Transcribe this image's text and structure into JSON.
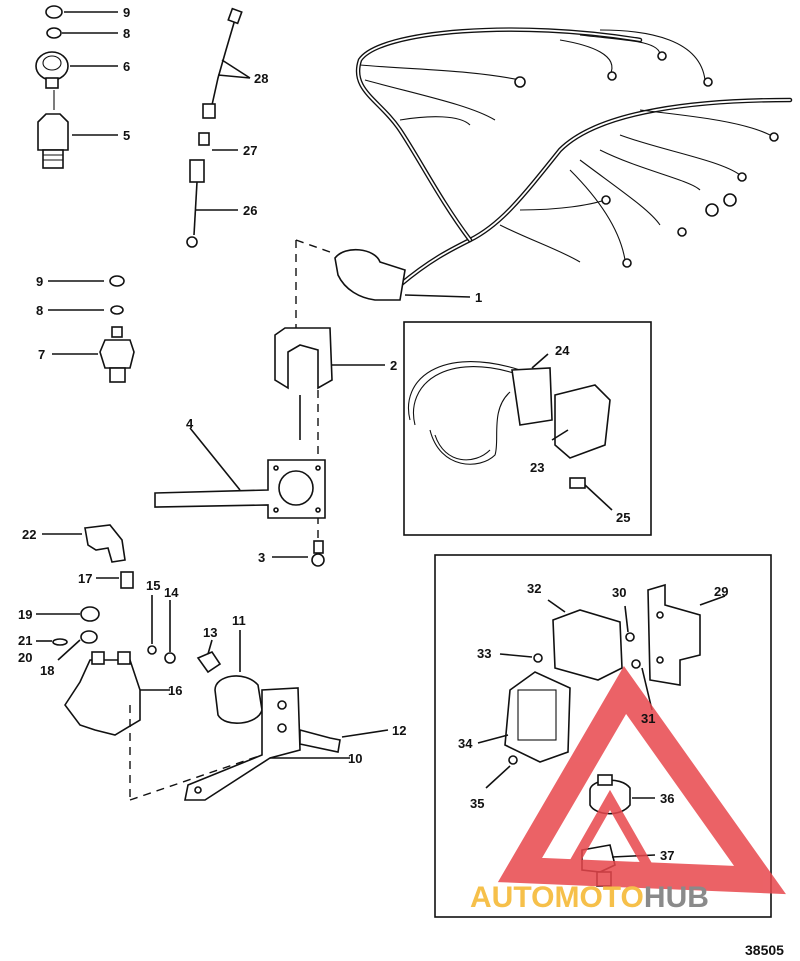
{
  "diagram": {
    "document_number": "38505",
    "callouts": {
      "c1": "1",
      "c2": "2",
      "c3": "3",
      "c4": "4",
      "c5": "5",
      "c6": "6",
      "c7": "7",
      "c8a": "8",
      "c8b": "8",
      "c9a": "9",
      "c9b": "9",
      "c10": "10",
      "c11": "11",
      "c12": "12",
      "c13": "13",
      "c14": "14",
      "c15": "15",
      "c16": "16",
      "c17": "17",
      "c18": "18",
      "c19": "19",
      "c20": "20",
      "c21": "21",
      "c22": "22",
      "c23": "23",
      "c24": "24",
      "c25": "25",
      "c26": "26",
      "c27": "27",
      "c28": "28",
      "c29": "29",
      "c30": "30",
      "c31": "31",
      "c32": "32",
      "c33": "33",
      "c34": "34",
      "c35": "35",
      "c36": "36",
      "c37": "37"
    }
  },
  "watermark": {
    "text_highlight": "AUTOMOTO",
    "text_rest": "HUB",
    "color_primary": "#f6c04a",
    "color_secondary": "#8a8a8a",
    "logo_color": "#e8474c"
  }
}
